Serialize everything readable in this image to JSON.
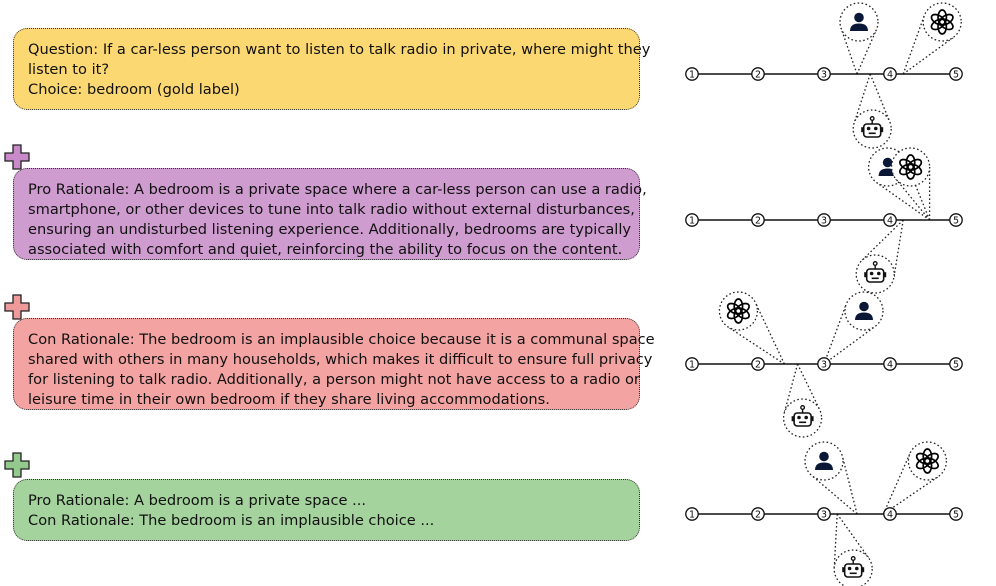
{
  "colors": {
    "question": "#fcd872",
    "pro": "#cf9ccf",
    "con": "#f4a3a3",
    "both": "#a4d39d",
    "plus_pro": "#c98ac9",
    "plus_con": "#ee9a9a",
    "plus_both": "#93c98c"
  },
  "question_box": {
    "lines": [
      "Question: If a car-less person want to listen to talk radio in private, where might they",
      "listen to it?",
      "Choice: bedroom (gold label)"
    ]
  },
  "pro_box": {
    "lines": [
      "Pro Rationale: A bedroom is a private space where a car-less person can use a radio,",
      "smartphone, or other devices to tune into talk radio without external disturbances,",
      "ensuring an undisturbed listening experience. Additionally, bedrooms are typically",
      "associated with comfort and quiet, reinforcing the ability to focus on the content."
    ]
  },
  "con_box": {
    "lines": [
      "Con Rationale: The bedroom is an implausible choice because it is a communal space",
      "shared with others in many households, which makes it difficult to ensure full privacy",
      "for listening to talk radio. Additionally, a person might not have access to a radio or",
      "leisure time in their own bedroom if they share living accommodations."
    ]
  },
  "both_box": {
    "lines": [
      "Pro Rationale: A bedroom is a private space ...",
      "Con Rationale: The bedroom is an implausible choice ..."
    ]
  },
  "scale_ticks": [
    "1",
    "2",
    "3",
    "4",
    "5"
  ],
  "scales": [
    {
      "raters": [
        {
          "icon": "person-icon",
          "rating": 3.5
        },
        {
          "icon": "openai-logo-icon",
          "rating": 4.2
        },
        {
          "icon": "robot-icon",
          "rating": 3.7
        }
      ]
    },
    {
      "raters": [
        {
          "icon": "person-icon",
          "rating": 4.6
        },
        {
          "icon": "openai-logo-icon",
          "rating": 4.6
        },
        {
          "icon": "robot-icon",
          "rating": 4.2
        }
      ]
    },
    {
      "raters": [
        {
          "icon": "openai-logo-icon",
          "rating": 2.4
        },
        {
          "icon": "person-icon",
          "rating": 3.0
        },
        {
          "icon": "robot-icon",
          "rating": 2.6
        }
      ]
    },
    {
      "raters": [
        {
          "icon": "person-icon",
          "rating": 3.5
        },
        {
          "icon": "openai-logo-icon",
          "rating": 3.9
        },
        {
          "icon": "robot-icon",
          "rating": 3.2
        }
      ]
    }
  ]
}
